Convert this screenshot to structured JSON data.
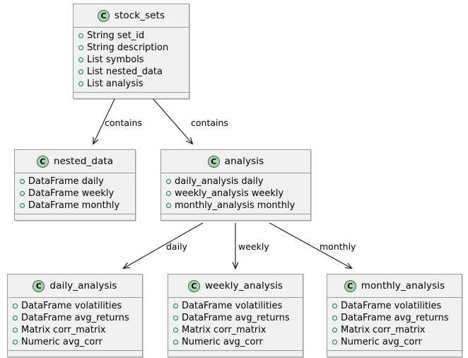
{
  "diagram": {
    "kind": "uml-class-diagram",
    "background_color": "#FFFFFF",
    "box_fill": "#F1F1F1",
    "box_border": "#999999",
    "class_icon_letter": "C",
    "class_icon_fill": "#ADD1B2",
    "visibility_marker_color": "#038048"
  },
  "classes": [
    {
      "id": "stock_sets",
      "name": "stock_sets",
      "icon": "class-circle-icon",
      "attributes": [
        "String set_id",
        "String description",
        "List symbols",
        "List nested_data",
        "List analysis"
      ]
    },
    {
      "id": "nested_data",
      "name": "nested_data",
      "icon": "class-circle-icon",
      "attributes": [
        "DataFrame daily",
        "DataFrame weekly",
        "DataFrame monthly"
      ]
    },
    {
      "id": "analysis",
      "name": "analysis",
      "icon": "class-circle-icon",
      "attributes": [
        "daily_analysis daily",
        "weekly_analysis weekly",
        "monthly_analysis monthly"
      ]
    },
    {
      "id": "daily_analysis",
      "name": "daily_analysis",
      "icon": "class-circle-icon",
      "attributes": [
        "DataFrame volatilities",
        "DataFrame avg_returns",
        "Matrix corr_matrix",
        "Numeric avg_corr"
      ]
    },
    {
      "id": "weekly_analysis",
      "name": "weekly_analysis",
      "icon": "class-circle-icon",
      "attributes": [
        "DataFrame volatilities",
        "DataFrame avg_returns",
        "Matrix corr_matrix",
        "Numeric avg_corr"
      ]
    },
    {
      "id": "monthly_analysis",
      "name": "monthly_analysis",
      "icon": "class-circle-icon",
      "attributes": [
        "DataFrame volatilities",
        "DataFrame avg_returns",
        "Matrix corr_matrix",
        "Numeric avg_corr"
      ]
    }
  ],
  "edges": [
    {
      "from": "stock_sets",
      "to": "nested_data",
      "label": "contains"
    },
    {
      "from": "stock_sets",
      "to": "analysis",
      "label": "contains"
    },
    {
      "from": "analysis",
      "to": "daily_analysis",
      "label": "daily"
    },
    {
      "from": "analysis",
      "to": "weekly_analysis",
      "label": "weekly"
    },
    {
      "from": "analysis",
      "to": "monthly_analysis",
      "label": "monthly"
    }
  ]
}
